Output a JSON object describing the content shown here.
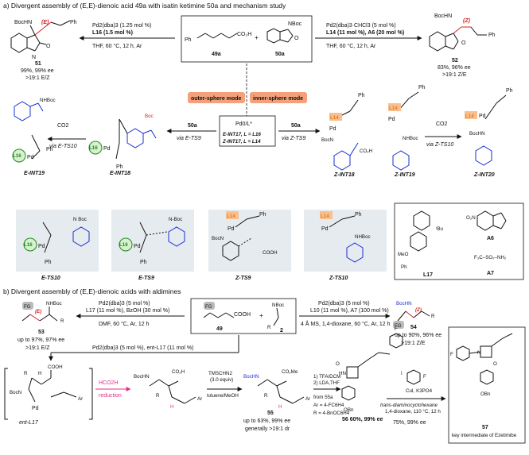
{
  "section_a": {
    "title": "a) Divergent assembly of (E,E)-dienoic acid 49a with isatin ketimine 50a and mechanism study",
    "cond_left": [
      "Pd2(dba)3 (1.25 mol %)",
      "L16 (1.5 mol %)",
      "THF, 60 °C, 12 h, Ar"
    ],
    "cond_right": [
      "Pd2(dba)3·CHCl3 (5 mol %)",
      "L14 (11 mol %), A6 (20 mol %)",
      "THF, 60 °C, 12 h, Ar"
    ],
    "sm1": "49a",
    "sm2": "50a",
    "plus": "+",
    "p51": {
      "num": "51",
      "yield": "99%, 99% ee",
      "dr": ">19:1 E/Z",
      "geom": "(E)"
    },
    "p52": {
      "num": "52",
      "yield": "83%, 96% ee",
      "dr": ">19:1 Z/E",
      "geom": "(Z)"
    },
    "outer_mode": "outer-sphere mode",
    "inner_mode": "inner-sphere mode",
    "pd_complex": "Pd0/L*",
    "e_int17": "E-INT17, L = L16",
    "z_int17": "Z-INT17, L = L14",
    "arrow_50a": "50a",
    "via_ets9": "via E-TS9",
    "via_zts9": "via Z-TS9",
    "via_ets10": "via E-TS10",
    "via_zts10": "via Z-TS10",
    "co2": "CO2",
    "int_labels": [
      "E-INT19",
      "E-INT18",
      "Z-INT18",
      "Z-INT19",
      "Z-INT20"
    ],
    "ts_labels": [
      "E-TS10",
      "E-TS9",
      "Z-TS9",
      "Z-TS10"
    ],
    "ligands": [
      "L17",
      "A6",
      "A7"
    ],
    "l16": "L16",
    "l14": "L14"
  },
  "section_b": {
    "title": "b) Divergent assembly of (E,E)-dienoic acids with aldimines",
    "cond_left": [
      "Pd2(dba)3 (5 mol %)",
      "L17 (11 mol %), BzOH (30 mol %)",
      "DMF, 60 °C, Ar, 12 h"
    ],
    "cond_right": [
      "Pd2(dba)3 (5 mol %)",
      "L10 (11 mol %), A7 (100 mol %)",
      "4 Å MS, 1,4-dioxane, 60 °C, Ar, 12 h"
    ],
    "sm1": "49",
    "sm2": "2",
    "p53": {
      "num": "53",
      "yield": "up to 97%, 97% ee",
      "dr": ">19:1 E/Z"
    },
    "p54": {
      "num": "54",
      "yield": "up to 90%, 96% ee",
      "dr": ">19:1 Z/E"
    },
    "cond_down": "Pd2(dba)3 (5 mol %), ent-L17 (11 mol %)",
    "ent_l17": "ent-L17",
    "hco2h": "HCO2H",
    "reduction": "reduction",
    "tms": [
      "TMSCHN2",
      "(3.0 equiv)",
      "toluene/MeOH"
    ],
    "p55": {
      "num": "55",
      "yield": "up to 63%, 99% ee",
      "dr": "generally >19:1 dr"
    },
    "steps": [
      "1) TFA/DCM",
      "2) LDA,THF"
    ],
    "from55a": "from 55a",
    "ar_def": "Ar = 4-FC6H4",
    "r_def": "R = 4-BnOC6H4",
    "p56": "56 60%, 99% ee",
    "cui": "CuI, K3PO4",
    "diamine": "trans-diaminocyclohexane",
    "cond57": "1,4-dioxane, 110 °C, 12 h",
    "yield57": "75%, 99% ee",
    "p57": "57",
    "key": "key intermediate of Ezetimibe"
  }
}
